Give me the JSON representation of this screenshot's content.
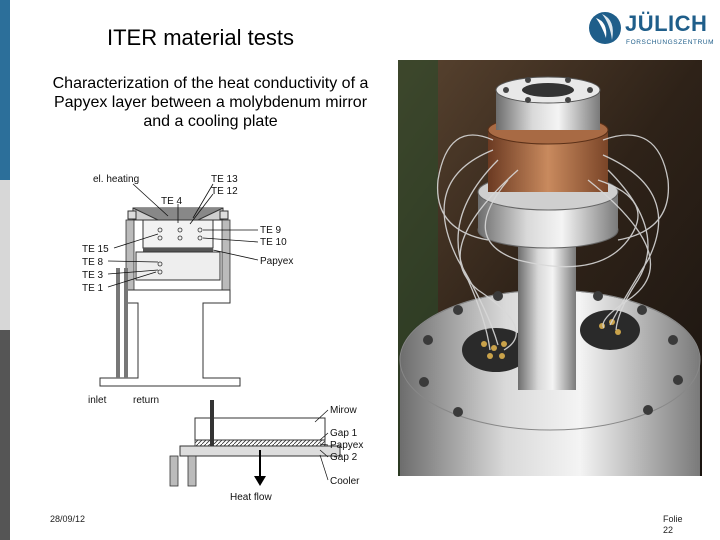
{
  "header": {
    "title": "ITER material tests",
    "logo_word": "JÜLICH",
    "logo_sub": "FORSCHUNGSZENTRUM"
  },
  "subtitle": {
    "line1": "Characterization of the heat conductivity of a",
    "line2": "Papyex layer between a molybdenum mirror",
    "line3": "and a cooling plate"
  },
  "diagram_top": {
    "el_heating": "el. heating",
    "te13": "TE 13",
    "te12": "TE 12",
    "te4": "TE 4",
    "te9": "TE 9",
    "te10": "TE 10",
    "papyex": "Papyex",
    "te15": "TE 15",
    "te8": "TE 8",
    "te3": "TE 3",
    "te1": "TE 1",
    "inlet": "inlet",
    "return": "return"
  },
  "diagram_bottom": {
    "mirow": "Mirow",
    "gap1": "Gap 1",
    "papyex": "Papyex",
    "gap2": "Gap 2",
    "cooler": "Cooler",
    "heat_flow": "Heat flow"
  },
  "footer": {
    "date": "28/09/12",
    "folie_label": "Folie",
    "folie_number": "22"
  },
  "colors": {
    "brand": "#1f5e8a",
    "bar_top": "#2c6f9a",
    "bar_mid": "#d7d7d7",
    "bar_bottom": "#555555"
  }
}
